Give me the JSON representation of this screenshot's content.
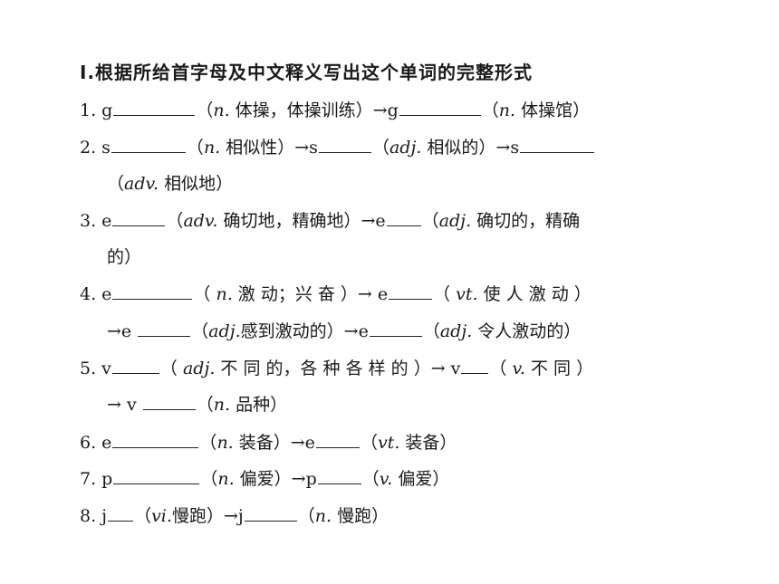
{
  "title": "Ⅰ.根据所给首字母及中文释义写出这个单词的完整形式",
  "lines": [
    {
      "indent": false,
      "parts": [
        {
          "t": "1. g"
        },
        {
          "blank": 90
        },
        {
          "t": "（"
        },
        {
          "it": "n."
        },
        {
          "t": " 体操，体操训练）→g"
        },
        {
          "blank": 90
        },
        {
          "t": "（"
        },
        {
          "it": "n."
        },
        {
          "t": " 体操馆）"
        }
      ]
    },
    {
      "indent": false,
      "parts": [
        {
          "t": "2. s"
        },
        {
          "blank": 82
        },
        {
          "t": "（"
        },
        {
          "it": "n."
        },
        {
          "t": " 相似性）→s"
        },
        {
          "blank": 58
        },
        {
          "t": "（"
        },
        {
          "it": "adj."
        },
        {
          "t": " 相似的）→s"
        },
        {
          "blank": 82
        }
      ]
    },
    {
      "indent": true,
      "parts": [
        {
          "t": "（"
        },
        {
          "it": "adv."
        },
        {
          "t": " 相似地）"
        }
      ]
    },
    {
      "indent": false,
      "parts": [
        {
          "t": "3. e"
        },
        {
          "blank": 58
        },
        {
          "t": "（"
        },
        {
          "it": "adv."
        },
        {
          "t": " 确切地，精确地）→e"
        },
        {
          "blank": 38
        },
        {
          "t": "（"
        },
        {
          "it": "adj."
        },
        {
          "t": " 确切的，精确"
        }
      ]
    },
    {
      "indent": true,
      "parts": [
        {
          "t": "的）"
        }
      ]
    },
    {
      "indent": false,
      "parts": [
        {
          "t": "4. e"
        },
        {
          "blank": 88
        },
        {
          "t": "（ "
        },
        {
          "it": "n."
        },
        {
          "t": "  激 动；兴 奋 ）→ e"
        },
        {
          "blank": 48
        },
        {
          "t": "（ "
        },
        {
          "it": "vt."
        },
        {
          "t": " 使 人 激 动 ）"
        }
      ]
    },
    {
      "indent": true,
      "parts": [
        {
          "t": "→e "
        },
        {
          "blank": 58
        },
        {
          "t": "（"
        },
        {
          "it": "adj."
        },
        {
          "t": "感到激动的）→e"
        },
        {
          "blank": 58
        },
        {
          "t": "（"
        },
        {
          "it": "adj."
        },
        {
          "t": " 令人激动的）"
        }
      ]
    },
    {
      "indent": false,
      "parts": [
        {
          "t": "5. v"
        },
        {
          "blank": 52
        },
        {
          "t": "（ "
        },
        {
          "it": "adj."
        },
        {
          "t": "  不 同 的，各 种 各 样 的 ）→ v"
        },
        {
          "blank": 30
        },
        {
          "t": "（ "
        },
        {
          "it": "v."
        },
        {
          "t": " 不 同 ）"
        }
      ]
    },
    {
      "indent": true,
      "parts": [
        {
          "t": "→ v "
        },
        {
          "blank": 58
        },
        {
          "t": "（"
        },
        {
          "it": "n."
        },
        {
          "t": " 品种）"
        }
      ]
    },
    {
      "indent": false,
      "parts": [
        {
          "t": "6. e"
        },
        {
          "blank": 95
        },
        {
          "t": "（"
        },
        {
          "it": "n."
        },
        {
          "t": " 装备）→e"
        },
        {
          "blank": 48
        },
        {
          "t": "（"
        },
        {
          "it": "vt."
        },
        {
          "t": " 装备）"
        }
      ]
    },
    {
      "indent": false,
      "parts": [
        {
          "t": "7. p"
        },
        {
          "blank": 95
        },
        {
          "t": "（"
        },
        {
          "it": "n."
        },
        {
          "t": " 偏爱）→p"
        },
        {
          "blank": 48
        },
        {
          "t": "（"
        },
        {
          "it": "v."
        },
        {
          "t": " 偏爱）"
        }
      ]
    },
    {
      "indent": false,
      "parts": [
        {
          "t": "8. j"
        },
        {
          "blank": 28
        },
        {
          "t": "（"
        },
        {
          "it": "vi."
        },
        {
          "t": "慢跑）→j"
        },
        {
          "blank": 58
        },
        {
          "t": "（"
        },
        {
          "it": "n."
        },
        {
          "t": " 慢跑）"
        }
      ]
    }
  ]
}
